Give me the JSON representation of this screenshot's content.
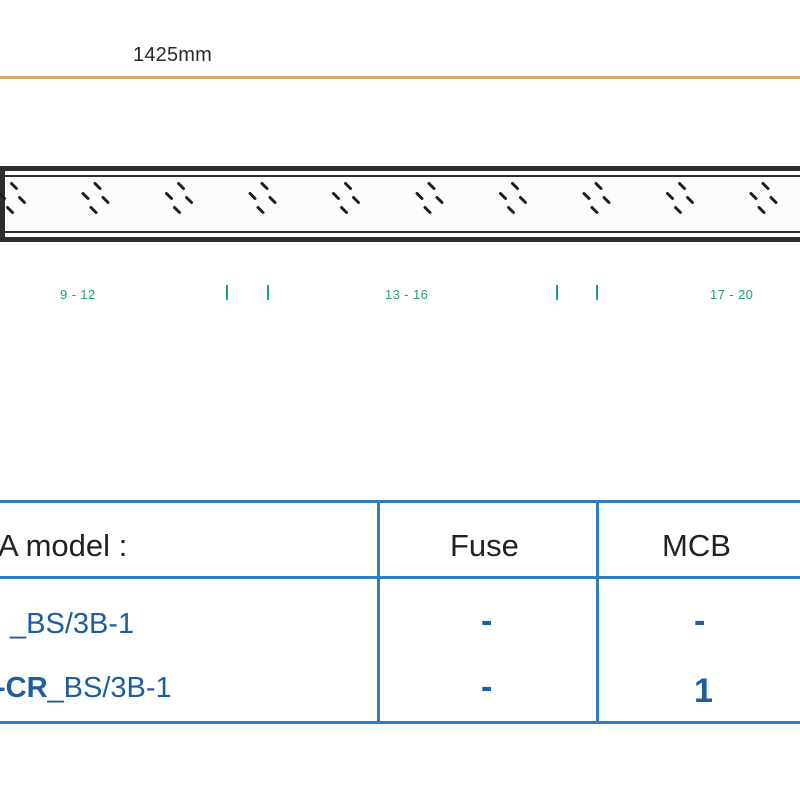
{
  "dimension": {
    "label": "1425mm"
  },
  "groups": [
    "9 - 12",
    "13 - 16",
    "17 - 20"
  ],
  "colors": {
    "dimension_line": "#d2a96a",
    "group_label": "#1fa36b",
    "table_border": "#2f7fc0",
    "table_text": "#1d5e9e"
  },
  "table": {
    "headers": {
      "model": "A model :",
      "fuse": "Fuse",
      "mcb": "MCB"
    },
    "rows": [
      {
        "model_bold": "",
        "model_rest": "_BS/3B-1",
        "fuse": "-",
        "mcb": "-"
      },
      {
        "model_bold": "-CR",
        "model_rest": "_BS/3B-1",
        "fuse": "-",
        "mcb": "1"
      }
    ]
  }
}
